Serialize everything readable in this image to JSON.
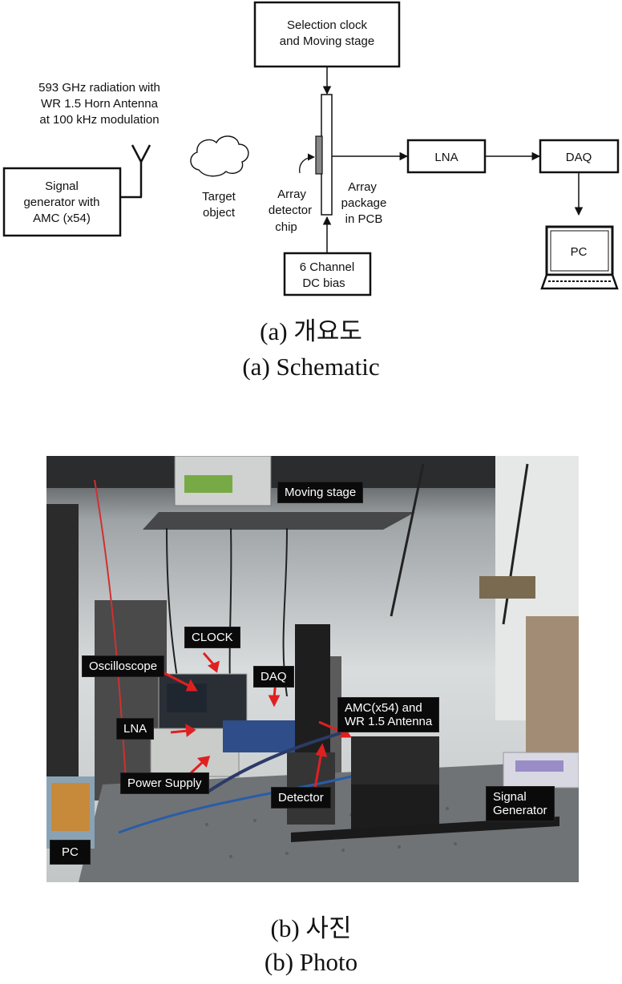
{
  "schematic": {
    "selection_box": [
      "Selection clock",
      "and Moving stage"
    ],
    "radiation_note": [
      "593 GHz radiation with",
      "WR 1.5 Horn Antenna",
      "at 100 kHz modulation"
    ],
    "signal_gen_box": [
      "Signal",
      "generator with",
      "AMC (x54)"
    ],
    "target_label": [
      "Target",
      "object"
    ],
    "detector_chip_label": [
      "Array",
      "detector",
      "chip"
    ],
    "array_package_label": [
      "Array",
      "package",
      "in PCB"
    ],
    "lna_box": "LNA",
    "daq_box": "DAQ",
    "pc_label": "PC",
    "dc_bias_box": [
      "6 Channel",
      "DC bias"
    ]
  },
  "captions": {
    "a_korean": "(a)  개요도",
    "a_english": "(a)  Schematic",
    "b_korean": "(b)  사진",
    "b_english": "(b)  Photo"
  },
  "photo_labels": {
    "moving_stage": "Moving stage",
    "clock": "CLOCK",
    "oscilloscope": "Oscilloscope",
    "daq": "DAQ",
    "lna": "LNA",
    "amc": "AMC(x54) and\nWR 1.5 Antenna",
    "power_supply": "Power Supply",
    "detector": "Detector",
    "signal_generator": "Signal\nGenerator",
    "pc": "PC"
  }
}
